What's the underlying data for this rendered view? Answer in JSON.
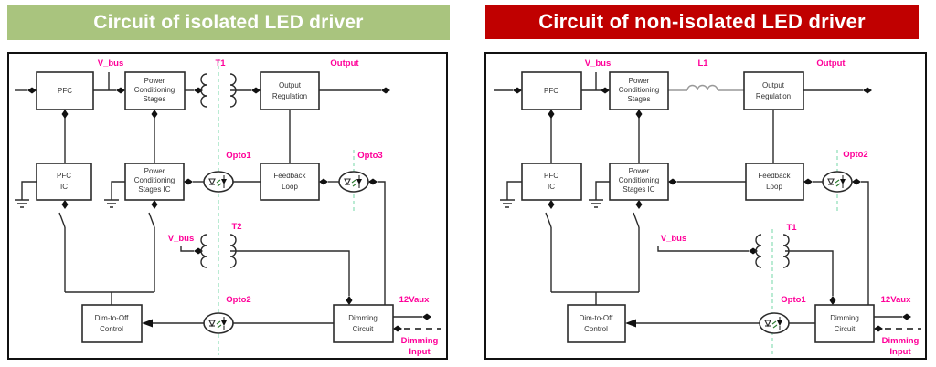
{
  "colors": {
    "isolated_header_bg": "#a9c47e",
    "non_isolated_header_bg": "#c00000",
    "label_magenta": "#ff0099",
    "isolation_barrier_dash": "#a8e6c8",
    "inductor_gray": "#999999",
    "wire_black": "#2b2b2b"
  },
  "isolated": {
    "title": "Circuit of isolated LED driver",
    "blocks": {
      "pfc": {
        "l1": "PFC"
      },
      "pcs": {
        "l1": "Power",
        "l2": "Conditioning",
        "l3": "Stages"
      },
      "outreg": {
        "l1": "Output",
        "l2": "Regulation"
      },
      "pfc_ic": {
        "l1": "PFC",
        "l2": "IC"
      },
      "pcs_ic": {
        "l1": "Power",
        "l2": "Conditioning",
        "l3": "Stages IC"
      },
      "feedback": {
        "l1": "Feedback",
        "l2": "Loop"
      },
      "dim_to_off": {
        "l1": "Dim-to-Off",
        "l2": "Control"
      },
      "dimming": {
        "l1": "Dimming",
        "l2": "Circuit"
      }
    },
    "labels": {
      "v_bus": "V_bus",
      "t1": "T1",
      "output": "Output",
      "opto1": "Opto1",
      "opto3": "Opto3",
      "v_bus_aux": "V_bus",
      "t2": "T2",
      "opto2": "Opto2",
      "vaux": "12Vaux",
      "dim_in_1": "Dimming",
      "dim_in_2": "Input"
    }
  },
  "non_isolated": {
    "title": "Circuit of non-isolated LED driver",
    "blocks": {
      "pfc": {
        "l1": "PFC"
      },
      "pcs": {
        "l1": "Power",
        "l2": "Conditioning",
        "l3": "Stages"
      },
      "outreg": {
        "l1": "Output",
        "l2": "Regulation"
      },
      "pfc_ic": {
        "l1": "PFC",
        "l2": "IC"
      },
      "pcs_ic": {
        "l1": "Power",
        "l2": "Conditioning",
        "l3": "Stages IC"
      },
      "feedback": {
        "l1": "Feedback",
        "l2": "Loop"
      },
      "dim_to_off": {
        "l1": "Dim-to-Off",
        "l2": "Control"
      },
      "dimming": {
        "l1": "Dimming",
        "l2": "Circuit"
      }
    },
    "labels": {
      "v_bus": "V_bus",
      "l1": "L1",
      "output": "Output",
      "opto2": "Opto2",
      "v_bus_aux": "V_bus",
      "t1": "T1",
      "opto1": "Opto1",
      "vaux": "12Vaux",
      "dim_in_1": "Dimming",
      "dim_in_2": "Input"
    }
  }
}
